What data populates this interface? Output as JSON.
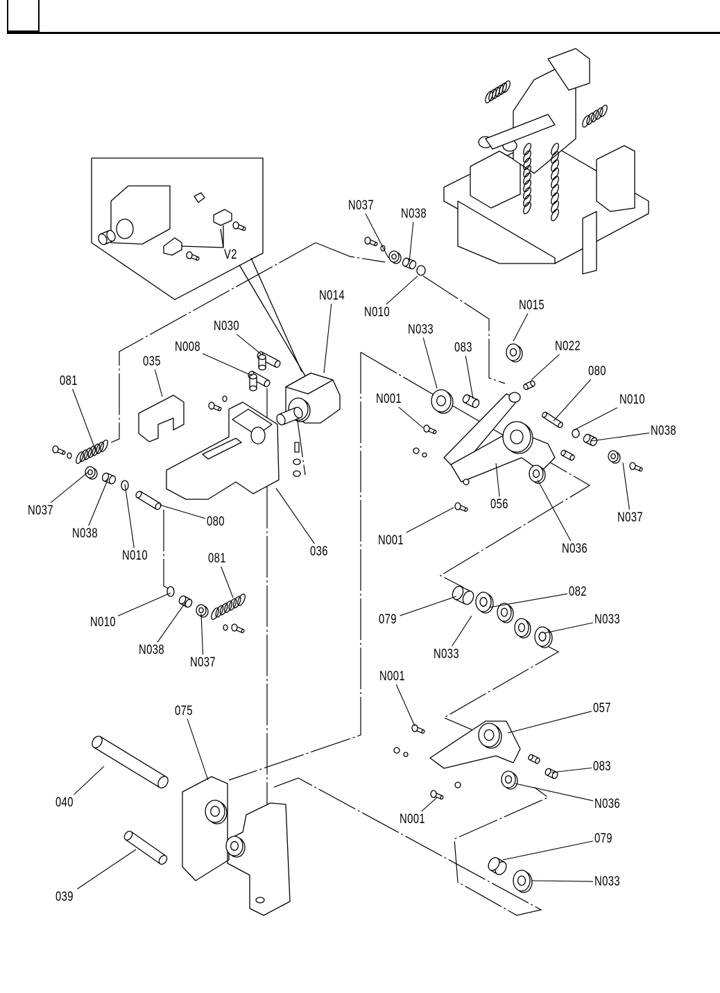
{
  "page": {
    "type": "parts-exploded-view",
    "header_box_text": "",
    "inset_label": "V2"
  },
  "labels": [
    {
      "id": "N037-top",
      "text": "N037",
      "part": "N037"
    },
    {
      "id": "N038-top",
      "text": "N038",
      "part": "N038"
    },
    {
      "id": "N010-top",
      "text": "N010",
      "part": "N010"
    },
    {
      "id": "N014",
      "text": "N014",
      "part": "N014"
    },
    {
      "id": "N030",
      "text": "N030",
      "part": "N030"
    },
    {
      "id": "N008",
      "text": "N008",
      "part": "N008"
    },
    {
      "id": "035",
      "text": "035",
      "part": "035"
    },
    {
      "id": "081-top",
      "text": "081",
      "part": "081"
    },
    {
      "id": "N037-left",
      "text": "N037",
      "part": "N037"
    },
    {
      "id": "N038-left",
      "text": "N038",
      "part": "N038"
    },
    {
      "id": "N010-left",
      "text": "N010",
      "part": "N010"
    },
    {
      "id": "080-left",
      "text": "080",
      "part": "080"
    },
    {
      "id": "036",
      "text": "036",
      "part": "036"
    },
    {
      "id": "081-mid",
      "text": "081",
      "part": "081"
    },
    {
      "id": "N010-mid",
      "text": "N010",
      "part": "N010"
    },
    {
      "id": "N038-mid",
      "text": "N038",
      "part": "N038"
    },
    {
      "id": "N037-mid",
      "text": "N037",
      "part": "N037"
    },
    {
      "id": "075",
      "text": "075",
      "part": "075"
    },
    {
      "id": "040",
      "text": "040",
      "part": "040"
    },
    {
      "id": "039",
      "text": "039",
      "part": "039"
    },
    {
      "id": "N015",
      "text": "N015",
      "part": "N015"
    },
    {
      "id": "N033-upper",
      "text": "N033",
      "part": "N033"
    },
    {
      "id": "083-upper",
      "text": "083",
      "part": "083"
    },
    {
      "id": "N022",
      "text": "N022",
      "part": "N022"
    },
    {
      "id": "080-right",
      "text": "080",
      "part": "080"
    },
    {
      "id": "N010-right",
      "text": "N010",
      "part": "N010"
    },
    {
      "id": "N038-right",
      "text": "N038",
      "part": "N038"
    },
    {
      "id": "N001-upper-a",
      "text": "N001",
      "part": "N001"
    },
    {
      "id": "056",
      "text": "056",
      "part": "056"
    },
    {
      "id": "N037-right",
      "text": "N037",
      "part": "N037"
    },
    {
      "id": "N001-upper-b",
      "text": "N001",
      "part": "N001"
    },
    {
      "id": "N036-upper",
      "text": "N036",
      "part": "N036"
    },
    {
      "id": "082",
      "text": "082",
      "part": "082"
    },
    {
      "id": "079-mid",
      "text": "079",
      "part": "079"
    },
    {
      "id": "N033-mid-r",
      "text": "N033",
      "part": "N033"
    },
    {
      "id": "N033-mid-l",
      "text": "N033",
      "part": "N033"
    },
    {
      "id": "N001-lower-a",
      "text": "N001",
      "part": "N001"
    },
    {
      "id": "057",
      "text": "057",
      "part": "057"
    },
    {
      "id": "083-lower",
      "text": "083",
      "part": "083"
    },
    {
      "id": "N036-lower",
      "text": "N036",
      "part": "N036"
    },
    {
      "id": "N001-lower-b",
      "text": "N001",
      "part": "N001"
    },
    {
      "id": "079-lower",
      "text": "079",
      "part": "079"
    },
    {
      "id": "N033-lower",
      "text": "N033",
      "part": "N033"
    }
  ],
  "colors": {
    "ink": "#000000",
    "paper": "#ffffff",
    "fill": "#ffffff"
  }
}
